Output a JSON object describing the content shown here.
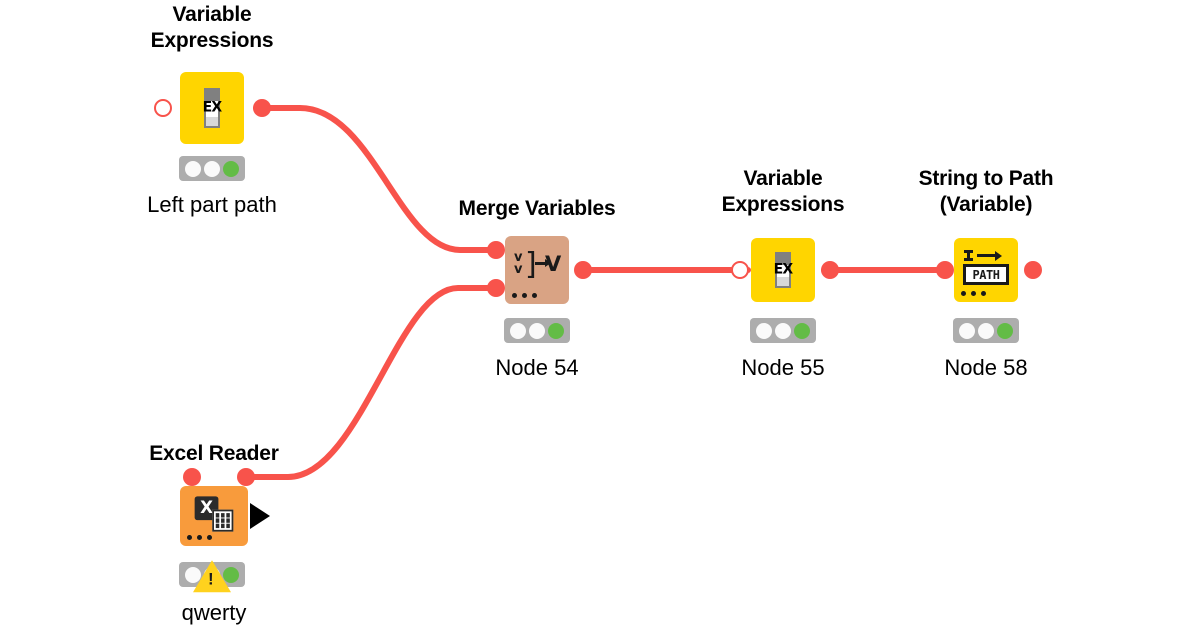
{
  "workflow": {
    "canvas_background": "#ffffff",
    "connection_color": "#F8534B",
    "flow_variable_port_color": "#F8534B",
    "nodes": [
      {
        "id": "node-54-src-a",
        "title": "Variable\nExpressions",
        "label": "Left part path",
        "icon": "variable-expressions-icon",
        "icon_text": "EX",
        "body_color": "#FFD500",
        "status": "green",
        "has_warning": false
      },
      {
        "id": "node-54",
        "title": "Merge Variables",
        "label": "Node 54",
        "icon": "merge-variables-icon",
        "icon_text": "v v ] → V",
        "body_color": "#D9A384",
        "status": "green",
        "has_warning": false
      },
      {
        "id": "node-55",
        "title": "Variable\nExpressions",
        "label": "Node 55",
        "icon": "variable-expressions-icon",
        "icon_text": "EX",
        "body_color": "#FFD500",
        "status": "green",
        "has_warning": false
      },
      {
        "id": "node-58",
        "title": "String to Path\n(Variable)",
        "label": "Node 58",
        "icon": "string-to-path-icon",
        "icon_text": "PATH",
        "body_color": "#FFD500",
        "status": "green",
        "has_warning": false
      },
      {
        "id": "node-excel",
        "title": "Excel Reader",
        "label": "qwerty",
        "icon": "excel-reader-icon",
        "icon_text": "X",
        "body_color": "#F89B3C",
        "status": "green",
        "has_warning": true,
        "warning_glyph": "!"
      }
    ]
  }
}
